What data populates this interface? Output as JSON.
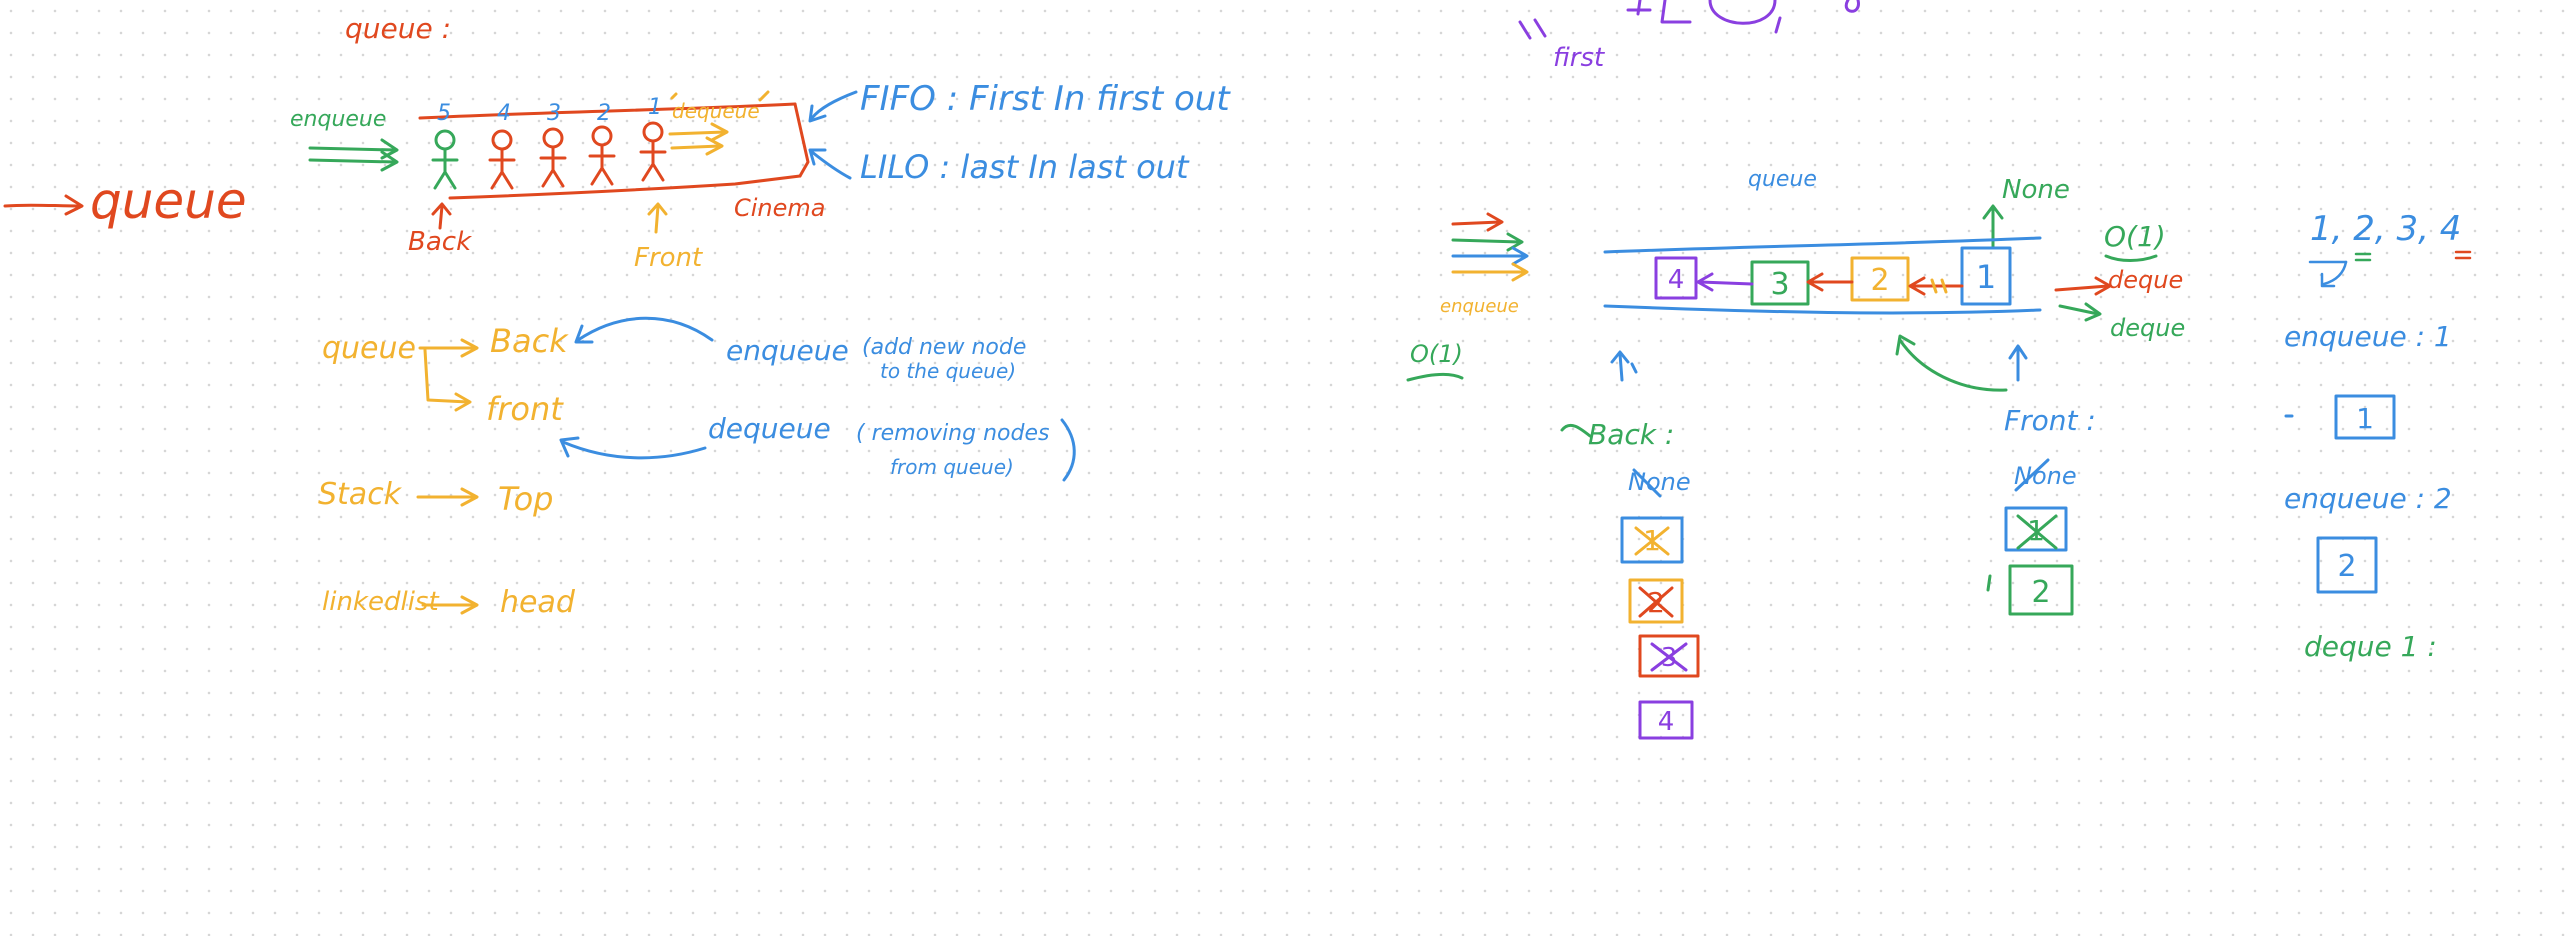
{
  "colors": {
    "red": "#e0481f",
    "green": "#36a85a",
    "blue": "#3b8de0",
    "orange": "#f2b230",
    "purple": "#8a3fe0"
  },
  "top": {
    "queue_colon": "queue :",
    "first_quoted": "first",
    "arrow_queue": "queue"
  },
  "cinema": {
    "enqueue": "enqueue",
    "dequeue": "dequeue",
    "numbers": [
      "5",
      "4",
      "3",
      "2",
      "1"
    ],
    "back": "Back",
    "front": "Front",
    "cinema": "Cinema"
  },
  "defs": {
    "fifo": "FIFO :  First In first out",
    "lilo": "LILO :  last In  last out"
  },
  "mapping": {
    "queue": "queue",
    "back": "Back",
    "front": "front",
    "stack": "Stack",
    "top": "Top",
    "linkedlist": "linkedlist",
    "head": "head",
    "enqueue": "enqueue",
    "enqueue_note_1": "(add new node",
    "enqueue_note_2": "to the queue)",
    "dequeue": "dequeue",
    "dequeue_note_1": "( removing nodes",
    "dequeue_note_2": "from queue)"
  },
  "diagram": {
    "queue_title": "queue",
    "none_top": "None",
    "nodes": [
      "4",
      "3",
      "2",
      "1"
    ],
    "o1_left": "O(1)",
    "o1_right": "O(1)",
    "enqueue_small": "enqueue",
    "dequeue_1": "deque",
    "dequeue_2": "deque",
    "back_label": "Back :",
    "back_none": "None",
    "back_stack": [
      "1",
      "2",
      "3",
      "4"
    ],
    "front_label": "Front :",
    "front_none": "None",
    "front_stack": [
      "1",
      "2"
    ]
  },
  "side": {
    "seq": "1, 2, 3, 4",
    "enqueue1": "enqueue : 1",
    "box1": "1",
    "enqueue2": "enqueue : 2",
    "box2": "2",
    "dequeue": "deque 1 :"
  }
}
